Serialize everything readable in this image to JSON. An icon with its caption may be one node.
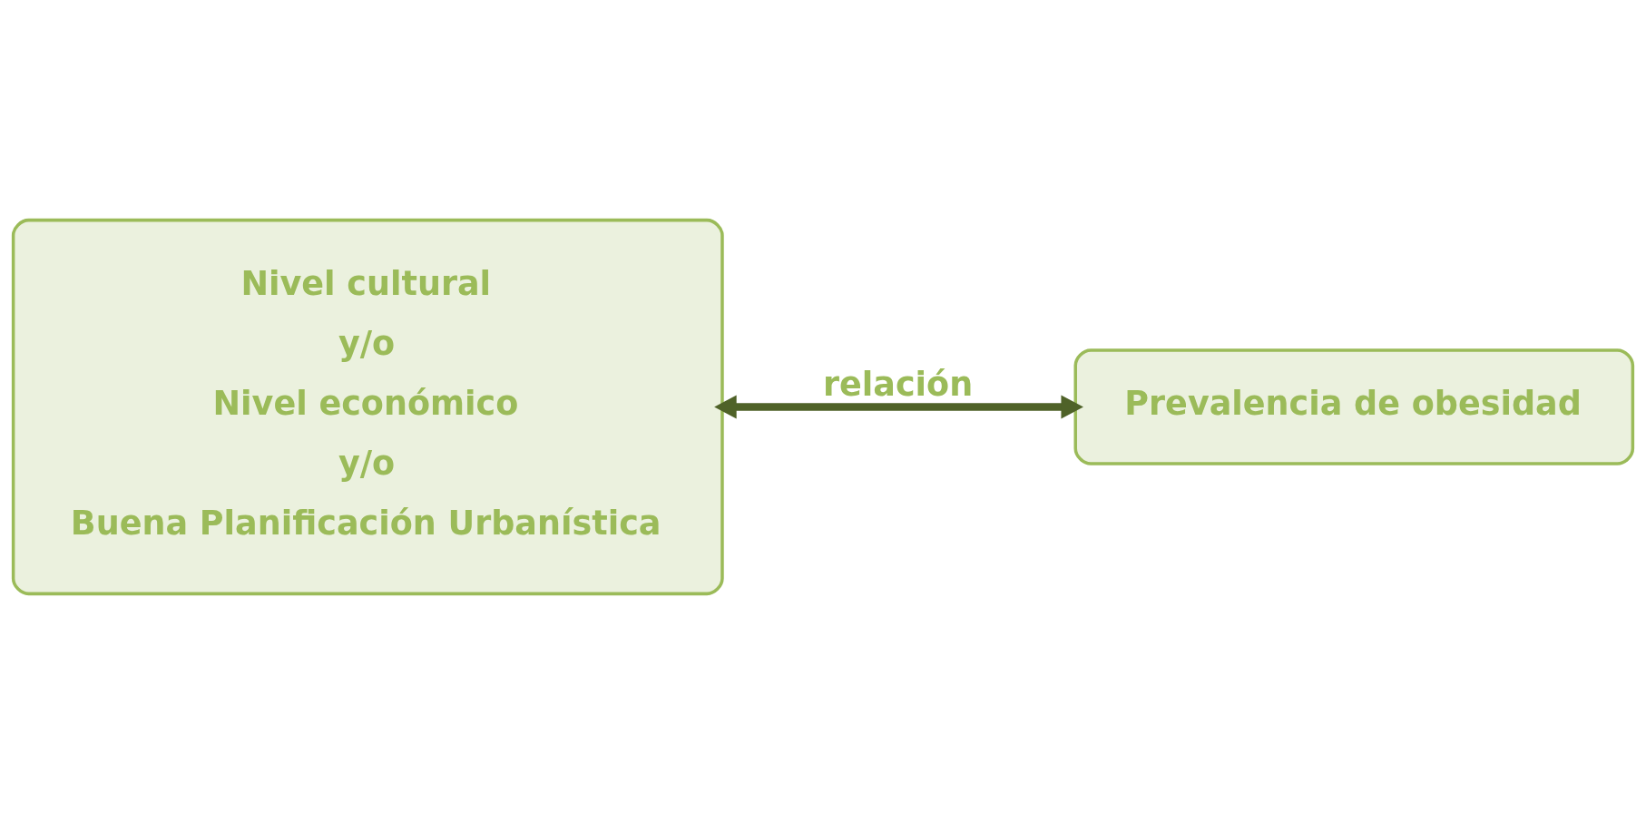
{
  "diagram": {
    "nodes": [
      {
        "text": [
          "Nivel cultural",
          "y/o",
          "Nivel económico",
          "y/o",
          "Buena Planificación Urbanística"
        ]
      },
      {
        "text": [
          "Prevalencia de obesidad"
        ]
      }
    ],
    "edges": [
      {
        "from": 0,
        "to": 1,
        "arrow": "both",
        "label": "relación"
      }
    ]
  }
}
